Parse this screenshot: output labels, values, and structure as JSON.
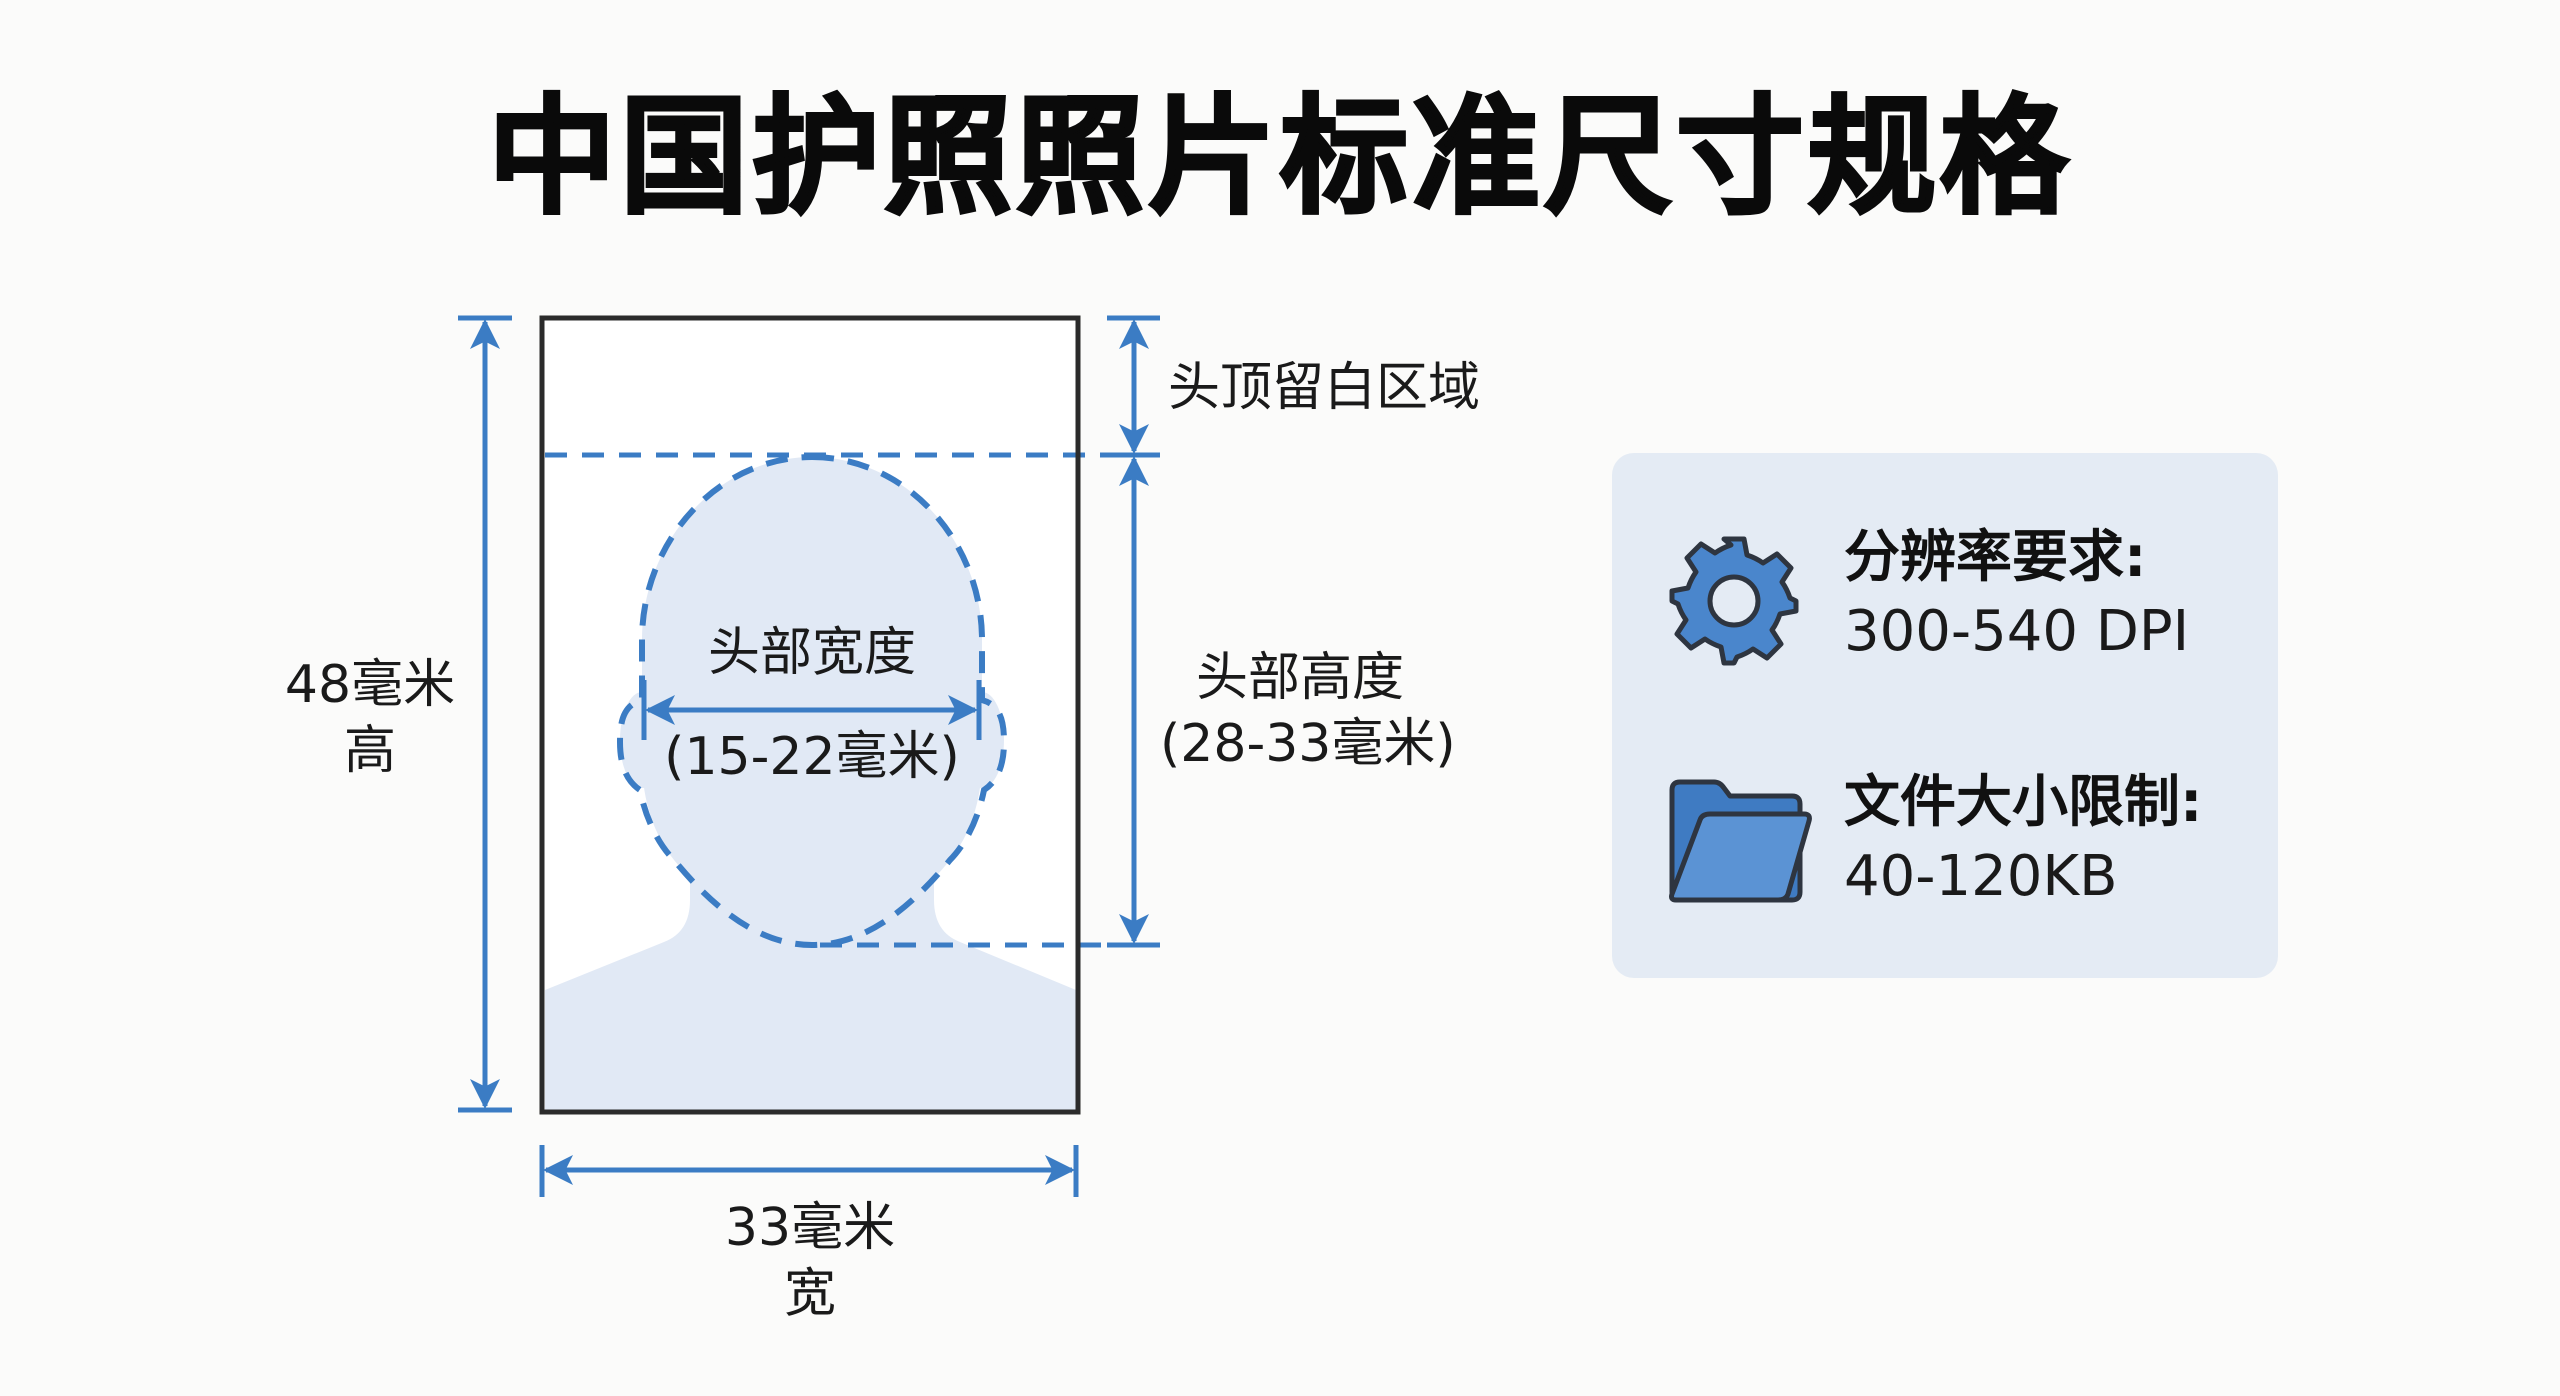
{
  "title": "中国护照照片标准尺寸规格",
  "photo": {
    "height_label_line1": "48毫米",
    "height_label_line2": "高",
    "width_label_line1": "33毫米",
    "width_label_line2": "宽",
    "top_margin_label": "头顶留白区域",
    "head_height_label": "头部高度",
    "head_height_value": "(28-33毫米)",
    "head_width_label": "头部宽度",
    "head_width_value": "(15-22毫米)"
  },
  "specs": [
    {
      "icon": "gear-icon",
      "label": "分辨率要求:",
      "value": "300-540 DPI"
    },
    {
      "icon": "folder-icon",
      "label": "文件大小限制:",
      "value": "40-120KB"
    }
  ],
  "colors": {
    "accent_blue": "#3b7cc4",
    "silhouette": "#e1e9f5",
    "frame": "#2b2b2b",
    "card_bg": "#e4ebf4",
    "icon_fill": "#4a86cc"
  }
}
